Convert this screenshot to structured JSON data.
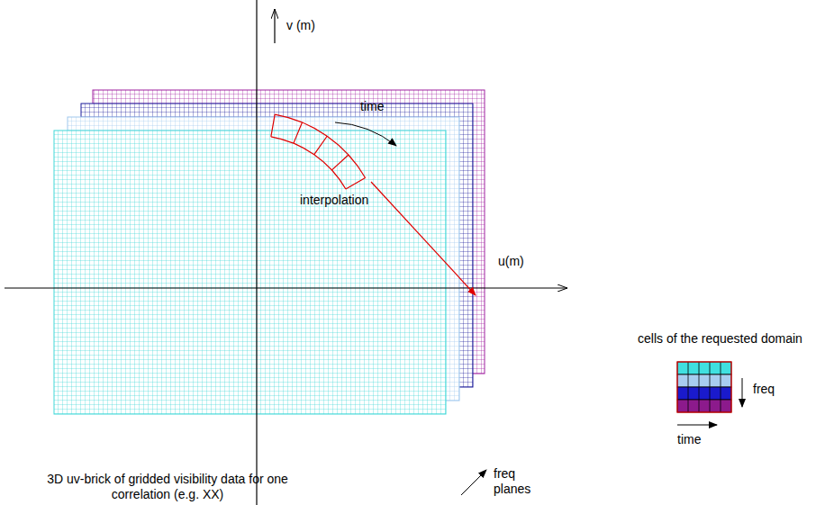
{
  "diagram": {
    "labels": [
      "v (m)",
      "time",
      "interpolation",
      "u(m)",
      "cells of the requested domain",
      "freq",
      "time",
      "freq planes",
      "3D uv-brick of gridded visibility data for one correlation (e.g. XX)"
    ]
  }
}
